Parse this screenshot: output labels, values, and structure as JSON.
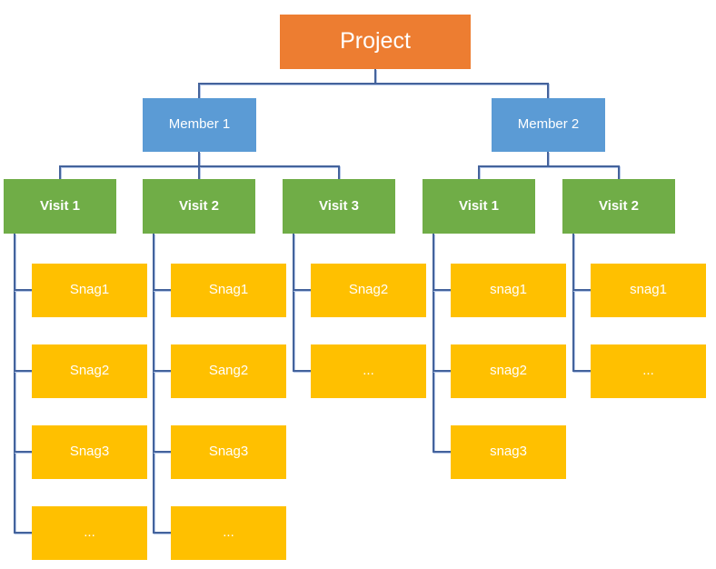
{
  "colors": {
    "project_fill": "#ED7D31",
    "member_fill": "#5B9BD5",
    "visit_fill": "#70AD47",
    "snag_fill": "#FFC000",
    "connector": "#44639C",
    "label_text": "#FFFFFF",
    "background": "#FFFFFF"
  },
  "diagram": {
    "root": {
      "label": "Project"
    },
    "members": [
      {
        "label": "Member 1",
        "visits": [
          {
            "label": "Visit 1",
            "snags": [
              "Snag1",
              "Snag2",
              "Snag3",
              "..."
            ]
          },
          {
            "label": "Visit 2",
            "snags": [
              "Snag1",
              "Sang2",
              "Snag3",
              "..."
            ]
          },
          {
            "label": "Visit 3",
            "snags": [
              "Snag2",
              "..."
            ]
          }
        ]
      },
      {
        "label": "Member 2",
        "visits": [
          {
            "label": "Visit 1",
            "snags": [
              "snag1",
              "snag2",
              "snag3"
            ]
          },
          {
            "label": "Visit 2",
            "snags": [
              "snag1",
              "..."
            ]
          }
        ]
      }
    ]
  }
}
